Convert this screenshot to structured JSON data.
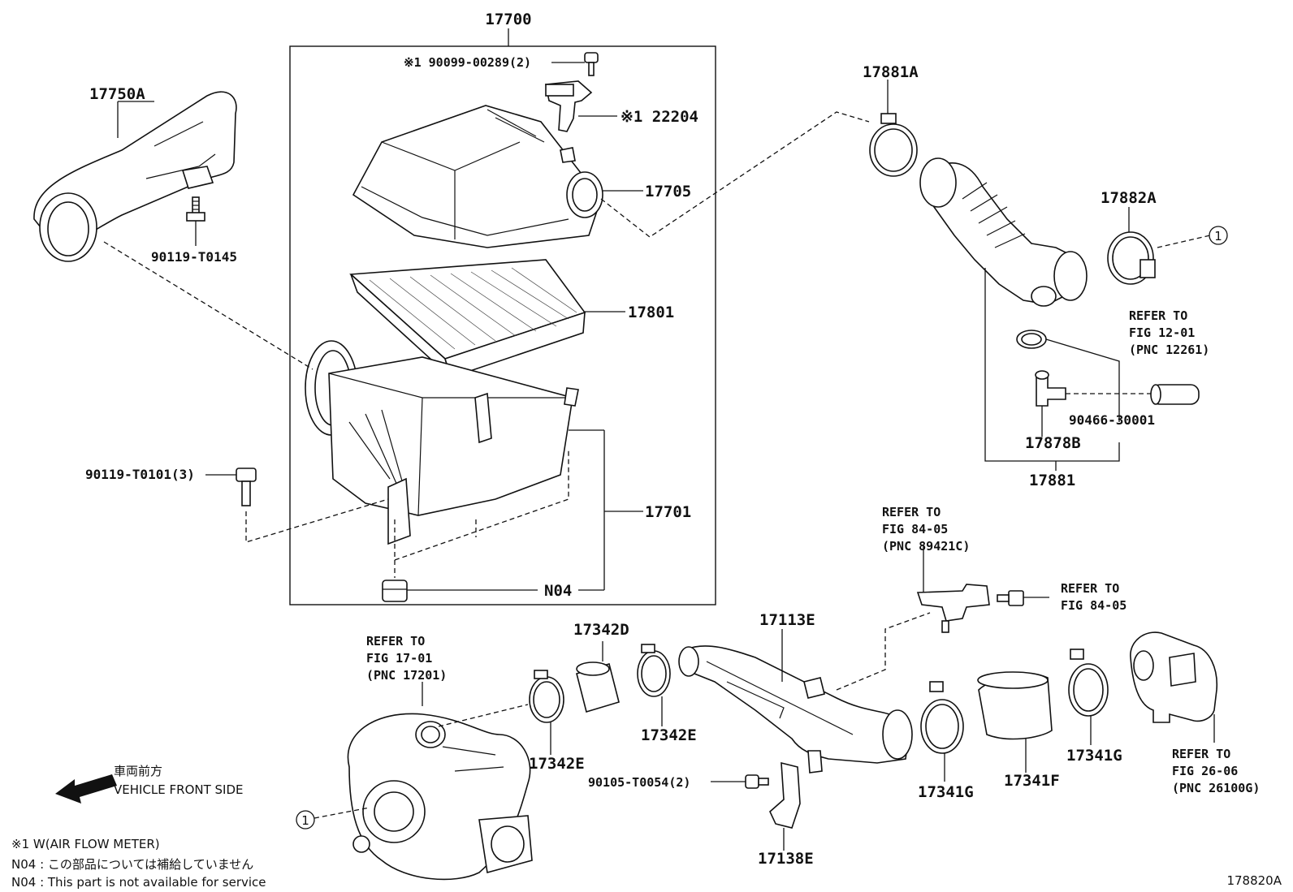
{
  "labels": {
    "p17700": "17700",
    "p17750A": "17750A",
    "p90099": "※1 90099-00289(2)",
    "p22204": "※1  22204",
    "p17705": "17705",
    "p90119_t0145": "90119-T0145",
    "p17801": "17801",
    "p90119_t0101": "90119-T0101(3)",
    "p17701": "17701",
    "pN04": "N04",
    "p17881A": "17881A",
    "p17882A": "17882A",
    "p90466": "90466-30001",
    "p17878B": "17878B",
    "p17881": "17881",
    "p17342D": "17342D",
    "p17342E_a": "17342E",
    "p17342E_b": "17342E",
    "p17113E": "17113E",
    "p90105": "90105-T0054(2)",
    "p17138E": "17138E",
    "p17341G_a": "17341G",
    "p17341F": "17341F",
    "p17341G_b": "17341G"
  },
  "refs": {
    "r1": [
      "REFER TO",
      "FIG 12-01",
      "(PNC 12261)"
    ],
    "r2": [
      "REFER TO",
      "FIG 84-05",
      "(PNC 89421C)"
    ],
    "r3": [
      "REFER TO",
      "FIG 84-05"
    ],
    "r4": [
      "REFER TO",
      "FIG 17-01",
      "(PNC 17201)"
    ],
    "r5": [
      "REFER TO",
      "FIG 26-06",
      "(PNC 26100G)"
    ]
  },
  "circle_ref": "1",
  "front": {
    "jp": "車両前方",
    "en": "VEHICLE FRONT SIDE"
  },
  "notes": {
    "n1": "※1  W(AIR FLOW METER)",
    "n2": "N04 : この部品については補給していません",
    "n3": "N04 : This part is not available for service"
  },
  "figure_id": "178820A"
}
